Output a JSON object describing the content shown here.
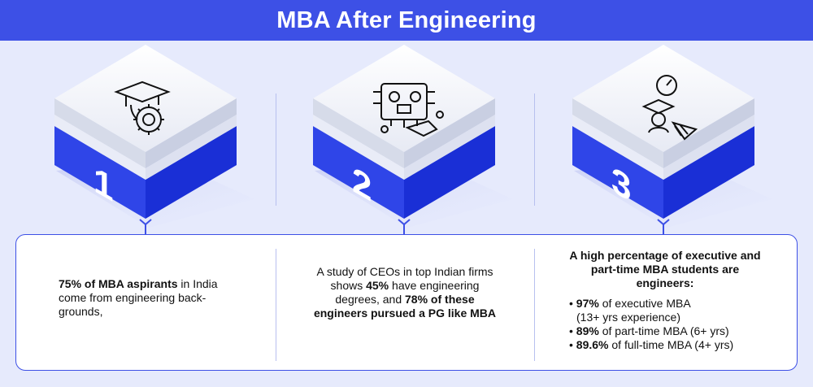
{
  "title": "MBA After Engineering",
  "colors": {
    "brand_blue": "#3d50e6",
    "cube_top": "#f2f4fb",
    "cube_side": "#1a2fd6",
    "background": "#e6eafc"
  },
  "cubes": [
    {
      "number": "1",
      "icon": "graduation-cap-gear-icon"
    },
    {
      "number": "2",
      "icon": "circuit-board-robot-icon"
    },
    {
      "number": "3",
      "icon": "student-gauge-chart-icon"
    }
  ],
  "col1": {
    "p1b": "75% of MBA aspirants",
    "p2": " in India come from engineering back-grounds,"
  },
  "col2": {
    "a": "A study of CEOs in top Indian firms shows ",
    "b": "45%",
    "c": " have engineering degrees, and ",
    "d": "78% of these engineers pursued a PG like MBA"
  },
  "col3": {
    "heading": "A high percentage of executive and part-time MBA students are engineers:",
    "items": [
      {
        "bullet": "•",
        "bold": "97%",
        "text": " of executive MBA",
        "sub": "(13+ yrs experience)"
      },
      {
        "bullet": "•",
        "bold": "89%",
        "text": " of part-time MBA (6+ yrs)"
      },
      {
        "bullet": "•",
        "bold": "89.6%",
        "text": " of full-time MBA (4+ yrs)"
      }
    ]
  }
}
